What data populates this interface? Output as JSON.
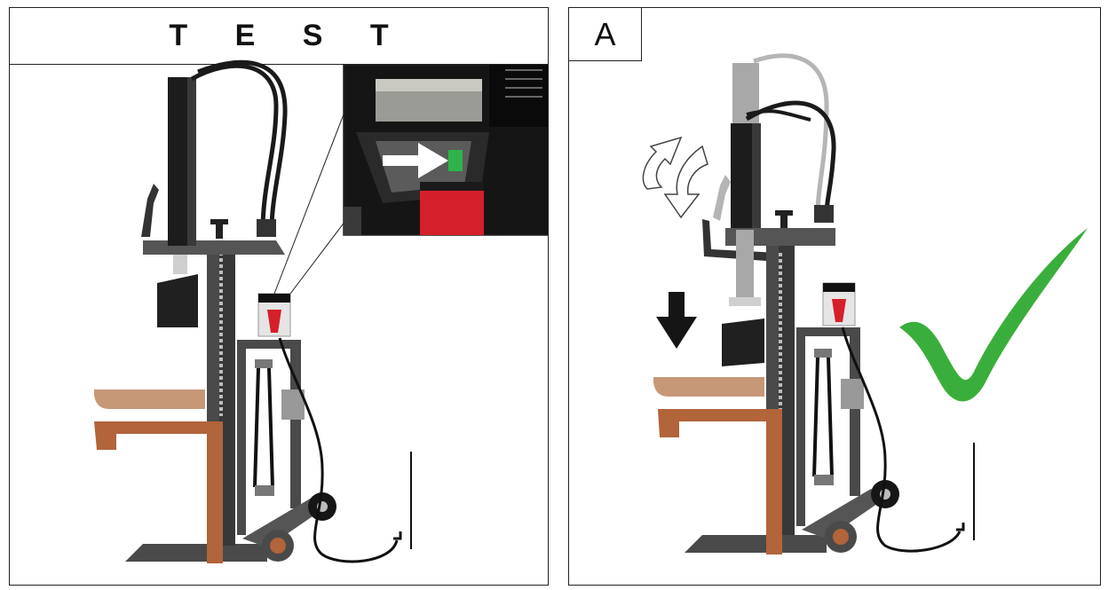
{
  "left_panel": {
    "title": "T E S T"
  },
  "right_panel": {
    "label": "A"
  },
  "colors": {
    "frame": "#4a4a4a",
    "frame_dark": "#2e2e2e",
    "wood_light": "#c79878",
    "wood_dark": "#b2643a",
    "switch_red": "#d51f2a",
    "indicator_green": "#2fb34a",
    "check_green": "#3aae3c",
    "cylinder": "#1c1c1c",
    "cylinder_raised": "#a8a8a8"
  },
  "icons": [
    "inset-zoom-switch",
    "white-arrow-icon",
    "curved-arrow-icon",
    "down-arrow-icon",
    "checkmark-icon",
    "power-plug-icon"
  ]
}
